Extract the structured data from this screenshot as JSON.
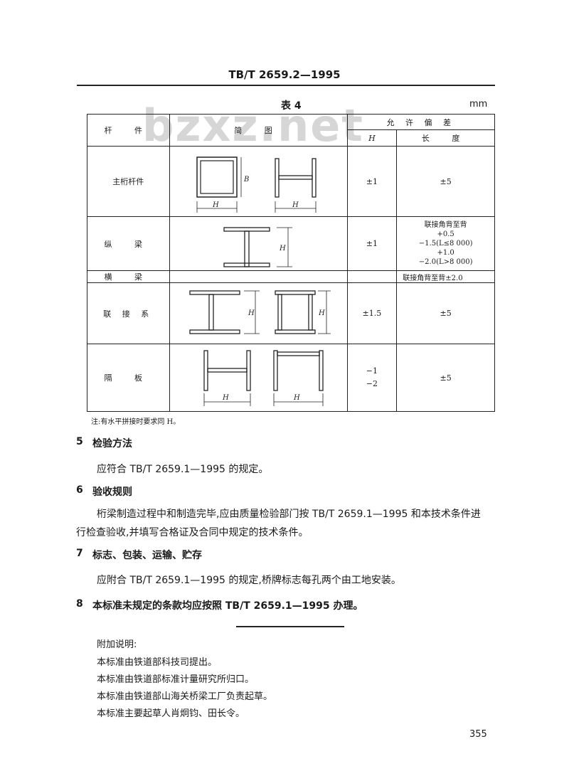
{
  "header": {
    "standard_code": "TB/T 2659.2—1995"
  },
  "watermark": "bzxz.net",
  "table": {
    "caption": "表 4",
    "unit": "mm",
    "headers": {
      "member": "杆 件",
      "sketch": "简 图",
      "tolerance": "允 许 偏 差",
      "tol_h": "H",
      "tol_length": "长 度"
    },
    "rows": [
      {
        "member": "主桁杆件",
        "h_tol": "±1",
        "length_tol": "±5"
      },
      {
        "member": "纵 梁",
        "h_tol": "±1",
        "length_lines": [
          "联接角背至背",
          "+0.5",
          "−1.5(L≤8 000)",
          "+1.0",
          "−2.0(L>8 000)"
        ]
      },
      {
        "member": "横 梁",
        "length_tol": "联接角背至背±2.0"
      },
      {
        "member": "联 接 系",
        "h_tol": "±1.5",
        "length_tol": "±5"
      },
      {
        "member": "隔 板",
        "h_tol_lines": [
          "−1",
          "−2"
        ],
        "length_tol": "±5"
      }
    ],
    "dim_labels": {
      "H": "H",
      "B": "B"
    },
    "note": "注:有水平拼接时要求同 H。"
  },
  "sections": [
    {
      "num": "5",
      "title": "检验方法",
      "text": "应符合 TB/T 2659.1—1995 的规定。"
    },
    {
      "num": "6",
      "title": "验收规则",
      "text": [
        "桁梁制造过程中和制造完毕,应由质量检验部门按 TB/T 2659.1—1995 和本技术条件进",
        "行检查验收,并填写合格证及合同中规定的技术条件。"
      ]
    },
    {
      "num": "7",
      "title": "标志、包装、运输、贮存",
      "text": "应附合 TB/T 2659.1—1995 的规定,桥牌标志每孔两个由工地安装。"
    },
    {
      "num": "8",
      "title": "本标准未规定的条款均应按照 TB/T 2659.1—1995 办理。"
    }
  ],
  "additional": {
    "title": "附加说明:",
    "lines": [
      "本标准由铁道部科技司提出。",
      "本标准由铁道部标准计量研究所归口。",
      "本标准由铁道部山海关桥梁工厂负责起草。",
      "本标准主要起草人肖炯钧、田长令。"
    ]
  },
  "page_number": "355"
}
